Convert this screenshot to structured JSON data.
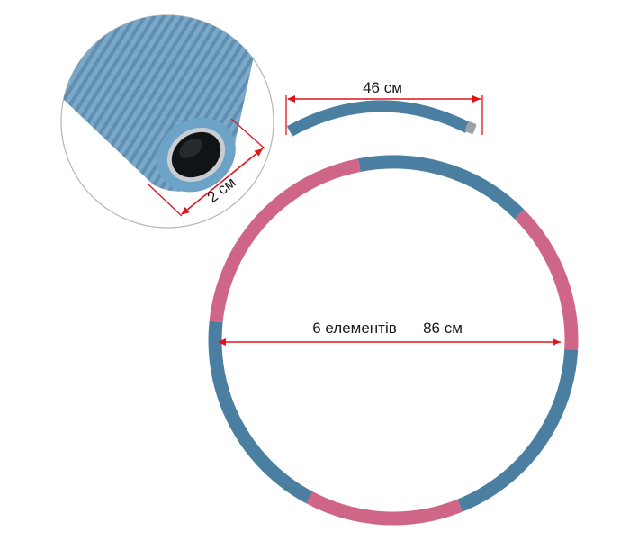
{
  "labels": {
    "segment_length": "46 см",
    "tube_diameter": "2 см",
    "segment_count": "6 елементів",
    "hoop_diameter": "86 см"
  },
  "colors": {
    "blue": "#4a7fa1",
    "pink": "#cf6688",
    "dimension_red": "#e0141a",
    "ribbed_blue": "#7aa8c8",
    "ribbed_dark": "#5f8eb0"
  },
  "icons": {
    "zoom_detail": "tube-cross-section"
  }
}
